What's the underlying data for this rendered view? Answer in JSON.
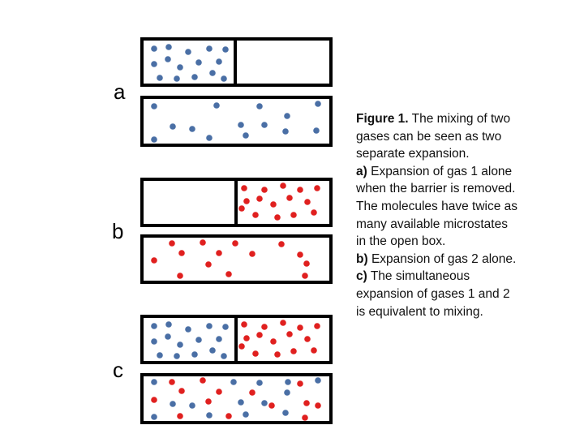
{
  "labels": {
    "a": "a",
    "b": "b",
    "c": "c"
  },
  "caption": {
    "title": "Figure 1.",
    "intro": " The mixing of two gases can be seen as two separate expansion.",
    "a_key": "a)",
    "a_text": " Expansion of gas 1 alone when the barrier is removed. The molecules have twice as many available microstates in the open box.",
    "b_key": "b)",
    "b_text": " Expansion of gas 2 alone.",
    "c_key": "c)",
    "c_text": " The simultaneous expansion of gases 1 and 2 is equivalent to mixing."
  },
  "colors": {
    "gas1": "#4a6fa5",
    "gas2": "#e0201f",
    "box": "#000000"
  },
  "panels": [
    {
      "label": "a",
      "gas1_left_count": 15,
      "gas2_right_count": 0,
      "after_gas1_count": 14,
      "after_gas2_count": 0
    },
    {
      "label": "b",
      "gas1_left_count": 0,
      "gas2_right_count": 15,
      "after_gas1_count": 0,
      "after_gas2_count": 14
    },
    {
      "label": "c",
      "gas1_left_count": 15,
      "gas2_right_count": 15,
      "after_gas1_count": 14,
      "after_gas2_count": 14
    }
  ]
}
